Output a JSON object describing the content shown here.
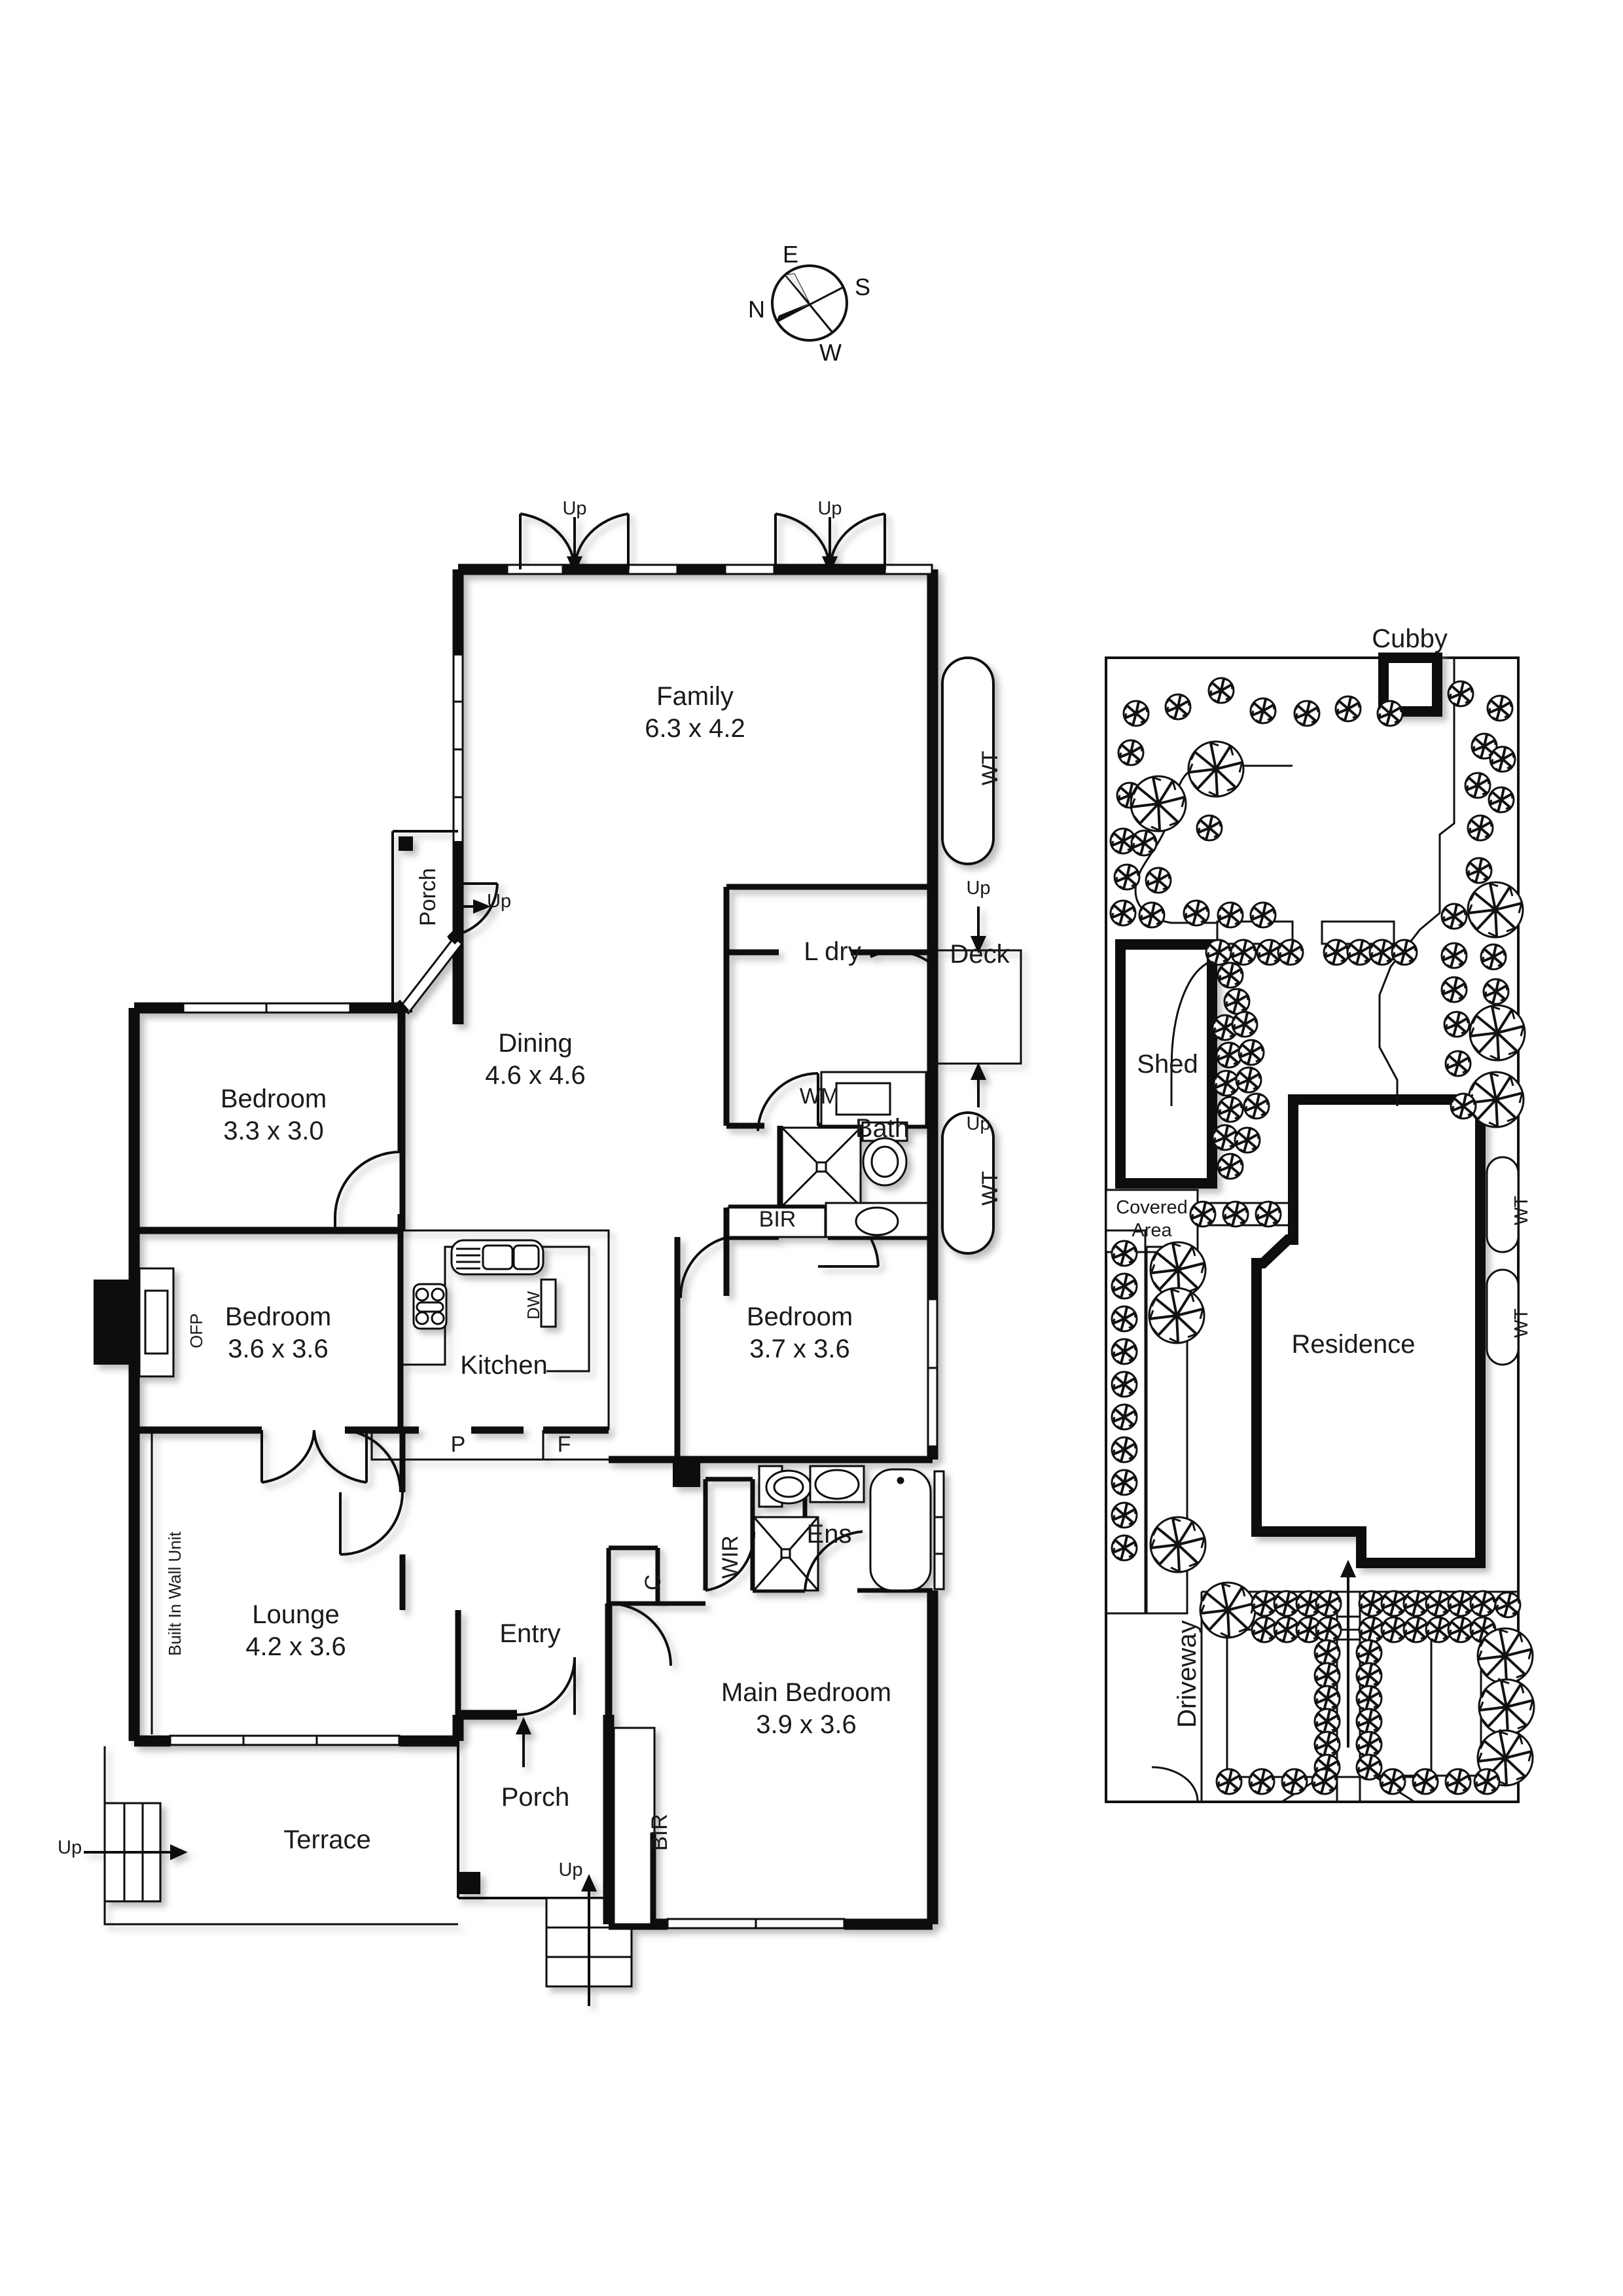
{
  "document": {
    "type": "residential-floor-plan",
    "sheets": [
      "floor-plan",
      "site-plan"
    ]
  },
  "compass": {
    "name": "compass-rose",
    "points": {
      "top": "E",
      "right": "S",
      "bottom": "W",
      "left": "N"
    }
  },
  "floor_plan": {
    "rooms": [
      {
        "id": "family",
        "name": "Family",
        "dimensions": "6.3 x 4.2"
      },
      {
        "id": "dining",
        "name": "Dining",
        "dimensions": "4.6 x 4.6"
      },
      {
        "id": "bedroom2",
        "name": "Bedroom",
        "dimensions": "3.3 x 3.0"
      },
      {
        "id": "bedroom3",
        "name": "Bedroom",
        "dimensions": "3.6 x 3.6"
      },
      {
        "id": "bedroom4",
        "name": "Bedroom",
        "dimensions": "3.7 x 3.6"
      },
      {
        "id": "lounge",
        "name": "Lounge",
        "dimensions": "4.2 x 3.6"
      },
      {
        "id": "main_bedroom",
        "name": "Main Bedroom",
        "dimensions": "3.9 x 3.6"
      }
    ],
    "spaces": [
      {
        "id": "kitchen",
        "name": "Kitchen"
      },
      {
        "id": "entry",
        "name": "Entry"
      },
      {
        "id": "terrace",
        "name": "Terrace"
      },
      {
        "id": "porch_front",
        "name": "Porch"
      },
      {
        "id": "porch_side",
        "name": "Porch"
      },
      {
        "id": "laundry",
        "name": "L dry"
      },
      {
        "id": "bath",
        "name": "Bath"
      },
      {
        "id": "ens",
        "name": "Ens"
      },
      {
        "id": "deck",
        "name": "Deck"
      }
    ],
    "annotations": {
      "built_in_wall_unit": "Built In Wall Unit",
      "open_fireplace": "OFP",
      "dishwasher": "DW",
      "washing_machine": "WM",
      "pantry": "P",
      "fridge": "F",
      "cupboard": "C",
      "walk_in_robe": "WIR",
      "built_in_robe_1": "BIR",
      "built_in_robe_2": "BIR",
      "water_tank_1": "WT",
      "water_tank_2": "WT",
      "up_family_left": "Up",
      "up_family_right": "Up",
      "up_side_porch": "Up",
      "up_deck_top": "Up",
      "up_deck_bottom": "Up",
      "up_terrace": "Up",
      "up_front_porch": "Up"
    }
  },
  "site_plan": {
    "labels": {
      "cubby": "Cubby",
      "shed": "Shed",
      "covered_area": "Covered Area",
      "residence": "Residence",
      "driveway": "Driveway",
      "water_tank_1": "WT",
      "water_tank_2": "WT"
    }
  },
  "colors": {
    "wall": "#111111",
    "thin_line": "#1a1a1a",
    "text": "#1a1a1a",
    "paper": "#ffffff",
    "shadow": "#bbbbbb"
  }
}
